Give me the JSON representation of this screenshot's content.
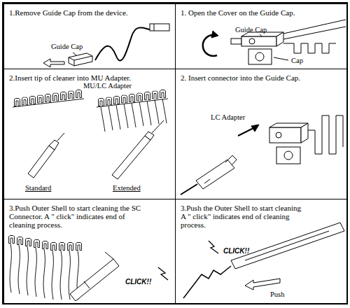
{
  "diagram": {
    "nodes": [
      {
        "text": [
          "1.Remove Guide Cap from the device.",
          "Guide Cap"
        ]
      },
      {
        "text": [
          "1. Open the Cover on the Guide Cap.",
          "Guide Cap",
          "Cap"
        ]
      },
      {
        "text": [
          "2.Insert tip of cleaner into MU Adapter.",
          "MU/LC Adapter",
          "Standard",
          "Extended"
        ]
      },
      {
        "text": [
          "2. Insert connector into the Guide Cap.",
          "LC Adapter"
        ]
      },
      {
        "text": [
          "3.Push Outer Shell to start cleaning the SC Connector. A \" click\" indicates end of cleaning process.",
          "CLICK!!"
        ]
      },
      {
        "text": [
          "3.Push the Outer Shell to start cleaning A \" click\" indicates end of cleaning process.",
          "CLICK!!",
          "Push"
        ]
      }
    ]
  }
}
